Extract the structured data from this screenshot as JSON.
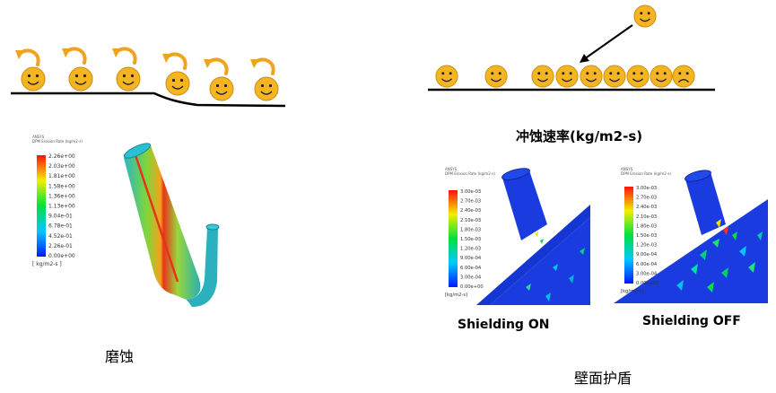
{
  "captions": {
    "abrasion": "磨蚀",
    "erosion_rate": "冲蚀速率(kg/m2-s)",
    "shielding_on": "Shielding ON",
    "shielding_off": "Shielding OFF",
    "wall_shielding": "壁面护盾"
  },
  "pipe_contour": {
    "legend_ticks": [
      "2.26e+00",
      "2.03e+00",
      "1.81e+00",
      "1.58e+00",
      "1.36e+00",
      "1.13e+00",
      "9.04e-01",
      "6.78e-01",
      "4.52e-01",
      "2.26e-01",
      "0.00e+00"
    ],
    "unit": "[ kg/m2-s ]"
  },
  "on_contour": {
    "legend_ticks": [
      "3.00e-03",
      "2.70e-03",
      "2.40e-03",
      "2.10e-03",
      "1.80e-03",
      "1.50e-03",
      "1.20e-03",
      "9.00e-04",
      "6.00e-04",
      "3.00e-04",
      "0.00e+00"
    ],
    "unit": "[kg/m2-s]"
  },
  "off_contour": {
    "legend_ticks": [
      "3.00e-03",
      "2.70e-03",
      "2.40e-03",
      "2.10e-03",
      "1.80e-03",
      "1.50e-03",
      "1.20e-03",
      "9.00e-04",
      "6.00e-04",
      "3.00e-04",
      "0.00e+00"
    ],
    "unit": "[kg/m2-s]"
  },
  "colors": {
    "smiley_fill": "#f5b522",
    "smiley_edge": "#c98a10",
    "arrow": "#f0a31c",
    "ground": "#000000",
    "mesh_blue": "#1a3be0"
  }
}
